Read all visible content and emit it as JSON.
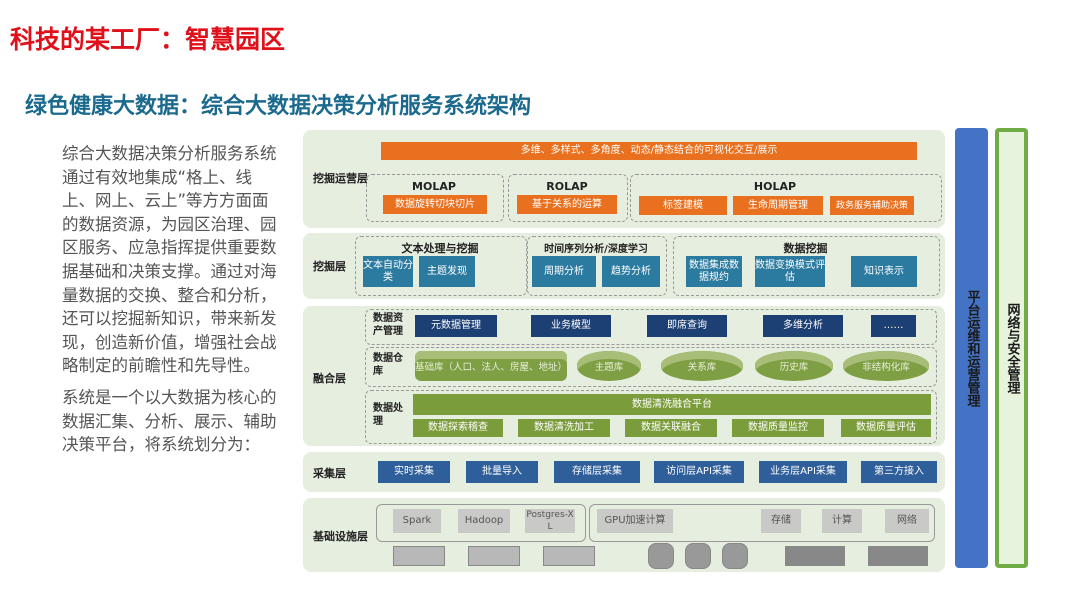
{
  "title": "科技的某工厂：智慧园区",
  "subtitle": "绿色健康大数据：综合大数据决策分析服务系统架构",
  "paragraphs": [
    "综合大数据决策分析服务系统通过有效地集成“格上、线上、网上、云上”等方方面面的数据资源，为园区治理、园区服务、应急指挥提供重要数据基础和决策支撑。通过对海量数据的交换、整合和分析，还可以挖掘新知识，带来新发现，创造新价值，增强社会战略制定的前瞻性和先导性。",
    "系统是一个以大数据为核心的数据汇集、分析、展示、辅助决策平台，将系统划分为："
  ],
  "layers": {
    "ops": {
      "name": "挖掘运营层",
      "banner": "多维、多样式、多角度、动态/静态结合的可视化交互/展示",
      "molap": "MOLAP",
      "molap_items": [
        "数据旋转切块切片"
      ],
      "rolap": "ROLAP",
      "rolap_items": [
        "基于关系的运算"
      ],
      "holap": "HOLAP",
      "holap_items": [
        "标签建模",
        "生命周期管理",
        "政务服务辅助决策"
      ]
    },
    "mining": {
      "name": "挖掘层",
      "groups": [
        {
          "title": "文本处理与挖掘",
          "items": [
            "文本自动分类",
            "主题发现"
          ]
        },
        {
          "title": "时间序列分析/深度学习",
          "items": [
            "周期分析",
            "趋势分析"
          ]
        },
        {
          "title": "数据挖掘",
          "items": [
            "数据集成数据规约",
            "数据变换模式评估",
            "知识表示"
          ]
        }
      ]
    },
    "fusion": {
      "name": "融合层",
      "asset_label": "数据资产管理",
      "asset_items": [
        "元数据管理",
        "业务模型",
        "即席查询",
        "多维分析",
        "……"
      ],
      "warehouse_label": "数据仓库",
      "warehouse_items": [
        "基础库（人口、法人、房屋、地址）",
        "主题库",
        "关系库",
        "历史库",
        "非结构化库"
      ],
      "processing_label": "数据处理",
      "platform": "数据清洗融合平台",
      "processing_items": [
        "数据探索稽查",
        "数据清洗加工",
        "数据关联融合",
        "数据质量监控",
        "数据质量评估"
      ]
    },
    "collect": {
      "name": "采集层",
      "items": [
        "实时采集",
        "批量导入",
        "存储层采集",
        "访问层API采集",
        "业务层API采集",
        "第三方接入"
      ]
    },
    "infra": {
      "name": "基础设施层",
      "software": [
        "Spark",
        "Hadoop",
        "Postgres-XL"
      ],
      "hardware": [
        "GPU加速计算",
        "存储",
        "计算",
        "网络"
      ]
    }
  },
  "side": {
    "ops_mgmt": "平台运维和运营管理",
    "security": "网络与安全管理"
  },
  "colors": {
    "title": "#e0101a",
    "orange": "#e8701e",
    "teal": "#2b7a9f",
    "navy": "#1c3f74",
    "green": "#7b9c3a",
    "blue_bar": "#4472c4",
    "green_bar": "#70ad47"
  }
}
